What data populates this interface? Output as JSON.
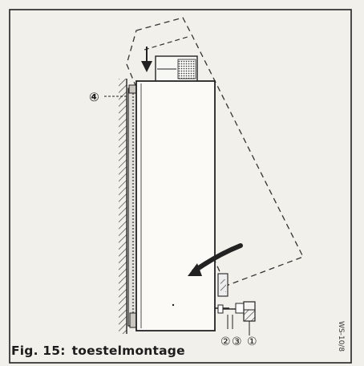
{
  "figure": {
    "caption_label": "Fig. 15:",
    "caption_title": "toestelmontage",
    "doc_code": "WS-10/8",
    "callouts": {
      "c1": "①",
      "c2": "②",
      "c3": "③",
      "c4": "④"
    }
  }
}
